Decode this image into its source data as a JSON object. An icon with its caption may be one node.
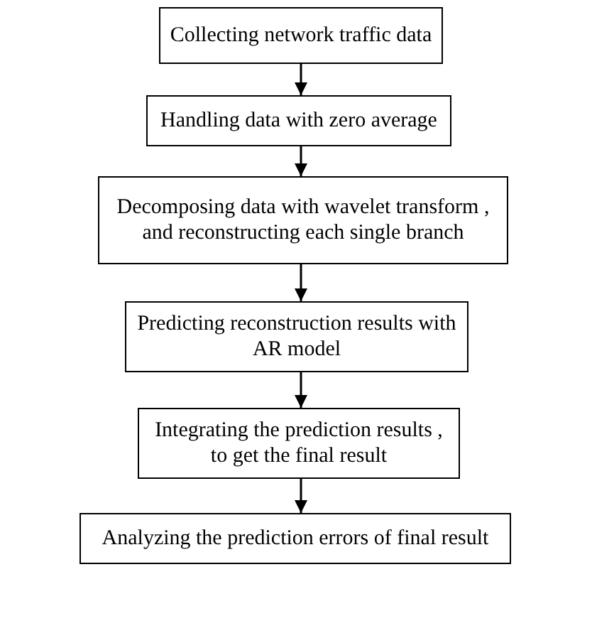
{
  "diagram": {
    "nodes": [
      {
        "text": [
          "Collecting network traffic data"
        ]
      },
      {
        "text": [
          "Handling data with zero average"
        ]
      },
      {
        "text": [
          "Decomposing data  with wavelet transform , and reconstructing each single branch"
        ]
      },
      {
        "text": [
          "Predicting reconstruction results with AR model"
        ]
      },
      {
        "text": [
          "Integrating the prediction results , to get the final result"
        ]
      },
      {
        "text": [
          "Analyzing the prediction errors of final result"
        ]
      }
    ],
    "edges": [
      {
        "from": 0,
        "to": 1,
        "arrow": "to"
      },
      {
        "from": 1,
        "to": 2,
        "arrow": "to"
      },
      {
        "from": 2,
        "to": 3,
        "arrow": "to"
      },
      {
        "from": 3,
        "to": 4,
        "arrow": "to"
      },
      {
        "from": 4,
        "to": 5,
        "arrow": "to"
      }
    ]
  }
}
